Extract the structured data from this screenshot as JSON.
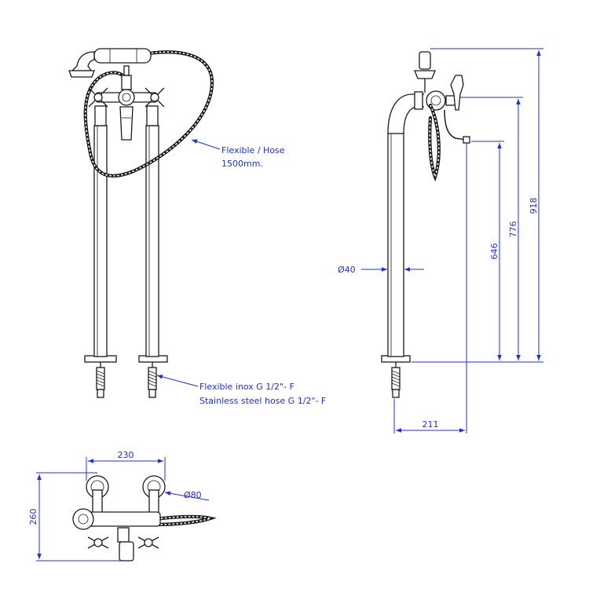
{
  "colors": {
    "dimension": "#1f2fd6",
    "line": "#1a1a1a",
    "background": "#ffffff"
  },
  "annotations": {
    "hose_label_line1": "Flexible / Hose",
    "hose_label_line2": "1500mm.",
    "supply_label_line1": "Flexible inox G 1/2\"- F",
    "supply_label_line2": "Stainless steel hose G 1/2\"- F"
  },
  "dimensions": {
    "height_total": "918",
    "height_handle": "776",
    "height_spout": "646",
    "pipe_diameter": "Ø40",
    "spout_reach": "211",
    "pipe_spacing": "230",
    "plan_depth": "260",
    "flange_diameter": "Ø80"
  }
}
